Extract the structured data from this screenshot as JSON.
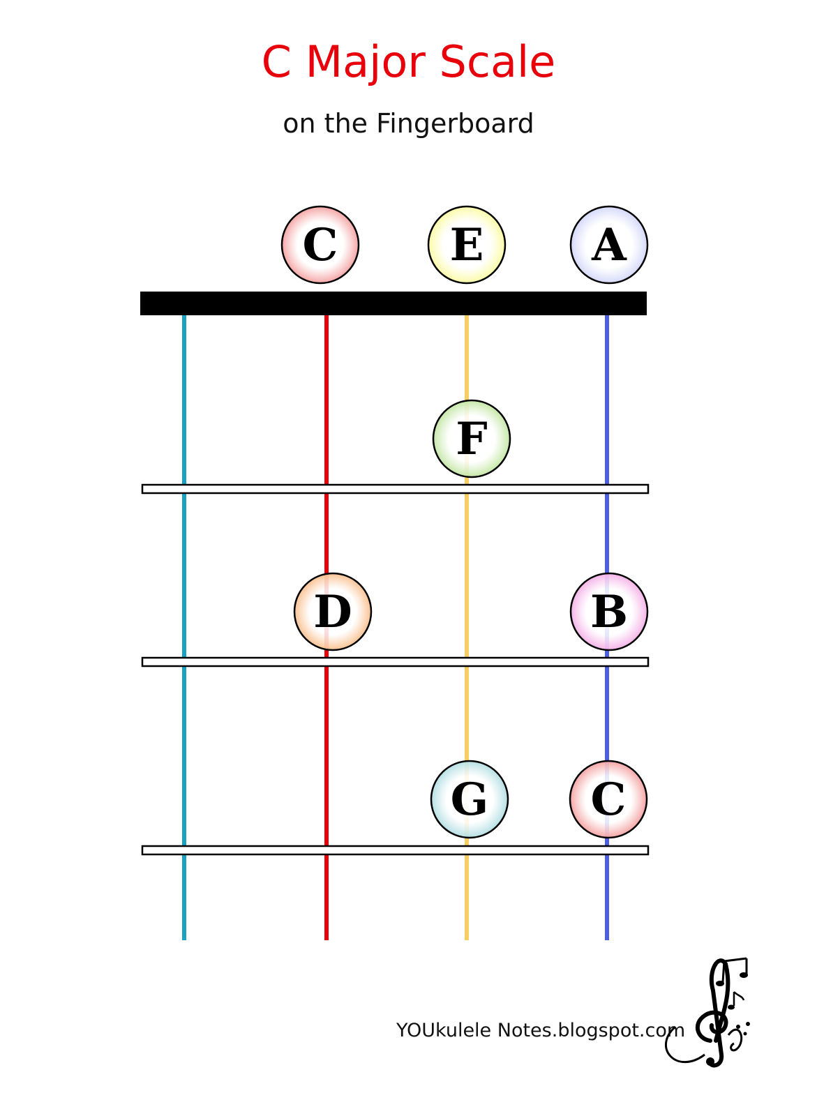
{
  "header": {
    "title": "C Major Scale",
    "subtitle": "on the Fingerboard"
  },
  "footer": {
    "credit": "YOUkulele Notes.blogspot.com"
  },
  "colors": {
    "title": "#e8000b",
    "nut": "#000000",
    "string_1": "#1aa3be",
    "string_2": "#e8000b",
    "string_3": "#f6ce63",
    "string_4": "#4b5fe0"
  },
  "fingerboard": {
    "strings": 4,
    "frets": 3,
    "notes": [
      {
        "label": "C",
        "string": 2,
        "fret": 0,
        "color": "#f28a8a"
      },
      {
        "label": "E",
        "string": 3,
        "fret": 0,
        "color": "#fafa8c"
      },
      {
        "label": "A",
        "string": 4,
        "fret": 0,
        "color": "#c8cdf8"
      },
      {
        "label": "F",
        "string": 3,
        "fret": 1,
        "color": "#b3e08c"
      },
      {
        "label": "D",
        "string": 2,
        "fret": 2,
        "color": "#f8b073"
      },
      {
        "label": "B",
        "string": 4,
        "fret": 2,
        "color": "#f19ce0"
      },
      {
        "label": "G",
        "string": 3,
        "fret": 3,
        "color": "#9fd6dc"
      },
      {
        "label": "C",
        "string": 4,
        "fret": 3,
        "color": "#f28a8a"
      }
    ]
  },
  "icons": {
    "logo": "treble-clef-music-notes-icon"
  }
}
